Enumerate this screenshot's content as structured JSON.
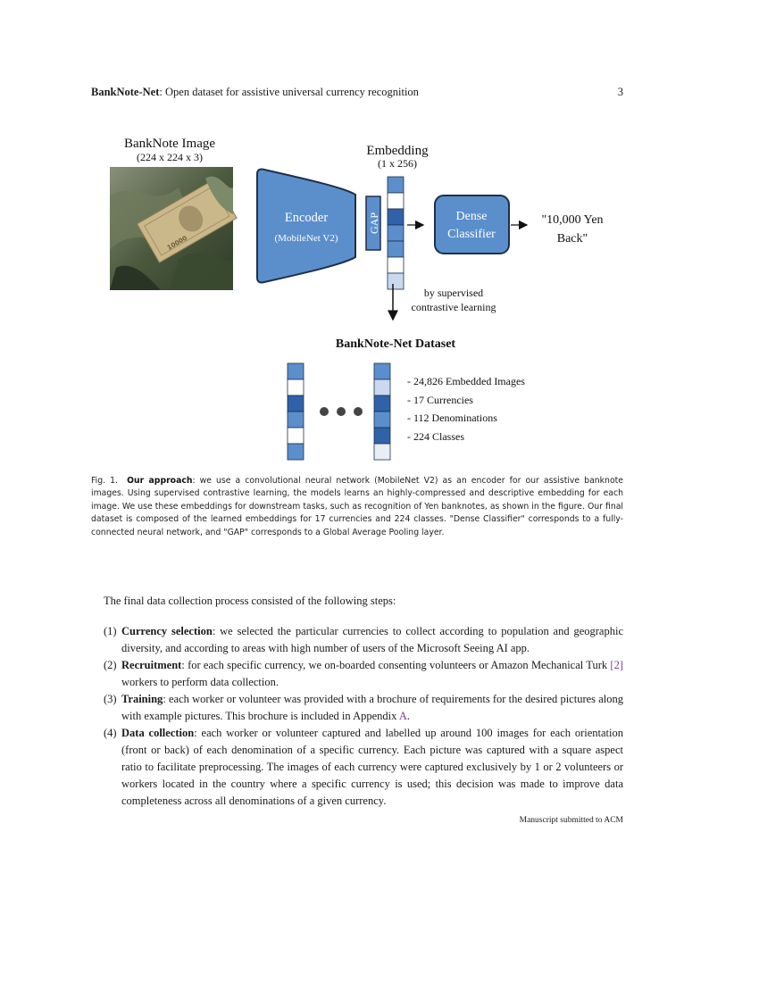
{
  "header": {
    "title_bold": "BankNote-Net",
    "title_rest": ": Open dataset for assistive universal currency recognition",
    "page_number": "3"
  },
  "figure": {
    "image_title": "BankNote Image",
    "image_dims": "(224 x 224 x 3)",
    "encoder_label": "Encoder",
    "encoder_sub": "(MobileNet V2)",
    "gap_label": "GAP",
    "embedding_title": "Embedding",
    "embedding_dims": "(1 x 256)",
    "classifier_line1": "Dense",
    "classifier_line2": "Classifier",
    "output_line1": "\"10,000 Yen",
    "output_line2": "Back\"",
    "arrow_line1": "by supervised",
    "arrow_line2": "contrastive learning",
    "dataset_title": "BankNote-Net Dataset",
    "dataset_stats": [
      "- 24,826 Embedded Images",
      "- 17 Currencies",
      "- 112 Denominations",
      "- 224 Classes"
    ],
    "colors": {
      "primary_blue": "#5b8fcc",
      "dark_blue": "#2f62a8",
      "light_blue": "#c9d9ef",
      "stroke": "#1f2f4a"
    }
  },
  "caption": {
    "label": "Fig. 1.",
    "bold": "Our approach",
    "text": ": we use a convolutional neural network (MobileNet V2) as an encoder for our assistive banknote images. Using supervised contrastive learning, the models learns an highly-compressed and descriptive embedding for each image. We use these embeddings for downstream tasks, such as recognition of Yen banknotes, as shown in the figure. Our final dataset is composed of the learned embeddings for 17 currencies and 224 classes. \"Dense Classifier\" corresponds to a fully-connected neural network, and \"GAP\" corresponds to a Global Average Pooling layer."
  },
  "body": {
    "intro": "The final data collection process consisted of the following steps:",
    "steps": [
      {
        "num": "(1)",
        "bold": "Currency selection",
        "text": ": we selected the particular currencies to collect according to population and geographic diversity, and according to areas with high number of users of the Microsoft Seeing AI app."
      },
      {
        "num": "(2)",
        "bold": "Recruitment",
        "text": ": for each specific currency, we on-boarded consenting volunteers or Amazon Mechanical Turk ",
        "ref": "[2]",
        "text2": " workers to perform data collection."
      },
      {
        "num": "(3)",
        "bold": "Training",
        "text": ": each worker or volunteer was provided with a brochure of requirements for the desired pictures along with example pictures. This brochure is included in Appendix ",
        "ref": "A",
        "text2": "."
      },
      {
        "num": "(4)",
        "bold": "Data collection",
        "text": ": each worker or volunteer captured and labelled up around 100 images for each orientation (front or back) of each denomination of a specific currency. Each picture was captured with a square aspect ratio to facilitate preprocessing. The images of each currency were captured exclusively by 1 or 2 volunteers or workers located in the country where a specific currency is used; this decision was made to improve data completeness across all denominations of a given currency."
      }
    ]
  },
  "footer": "Manuscript submitted to ACM"
}
